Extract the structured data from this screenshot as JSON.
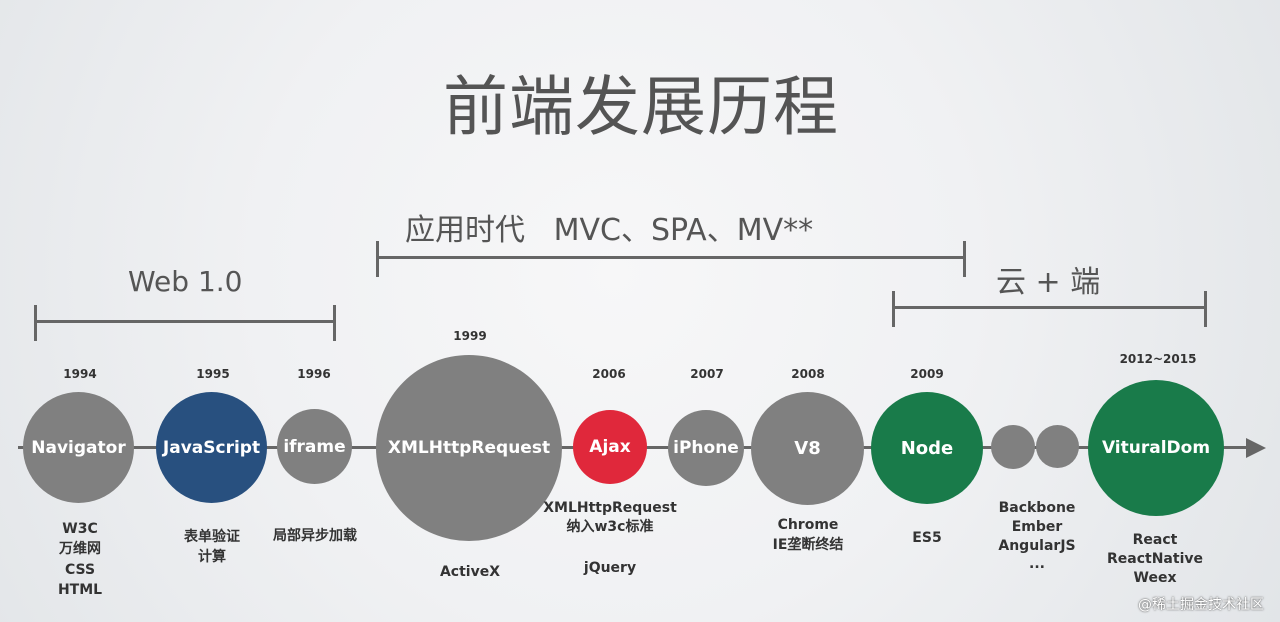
{
  "title": "前端发展历程",
  "eras": [
    {
      "label": "Web 1.0"
    },
    {
      "label": "应用时代   MVC、SPA、MV**"
    },
    {
      "label": "云 + 端"
    }
  ],
  "milestones": [
    {
      "year": "1994",
      "name": "Navigator",
      "notes": [
        "W3C",
        "万维网",
        "CSS",
        "HTML"
      ],
      "color": "#808080"
    },
    {
      "year": "1995",
      "name": "JavaScript",
      "notes": [
        "表单验证",
        "计算"
      ],
      "color": "#28507f"
    },
    {
      "year": "1996",
      "name": "iframe",
      "notes": [
        "局部异步加载"
      ],
      "color": "#808080"
    },
    {
      "year": "1999",
      "name": "XMLHttpRequest",
      "notes": [
        "ActiveX"
      ],
      "color": "#808080"
    },
    {
      "year": "2006",
      "name": "Ajax",
      "notes": [
        "XMLHttpRequest",
        "纳入w3c标准",
        "jQuery"
      ],
      "color": "#e0283b"
    },
    {
      "year": "2007",
      "name": "iPhone",
      "notes": [],
      "color": "#808080"
    },
    {
      "year": "2008",
      "name": "V8",
      "notes": [
        "Chrome",
        "IE垄断终结"
      ],
      "color": "#808080"
    },
    {
      "year": "2009",
      "name": "Node",
      "notes": [
        "ES5"
      ],
      "color": "#197b4a"
    },
    {
      "year": "",
      "name": "",
      "notes": [
        "Backbone",
        "Ember",
        "AngularJS",
        "..."
      ],
      "color": "#808080"
    },
    {
      "year": "2012~2015",
      "name": "VituralDom",
      "notes": [
        "React",
        "ReactNative",
        "Weex"
      ],
      "color": "#197b4a"
    }
  ],
  "watermark": "@稀土掘金技术社区"
}
